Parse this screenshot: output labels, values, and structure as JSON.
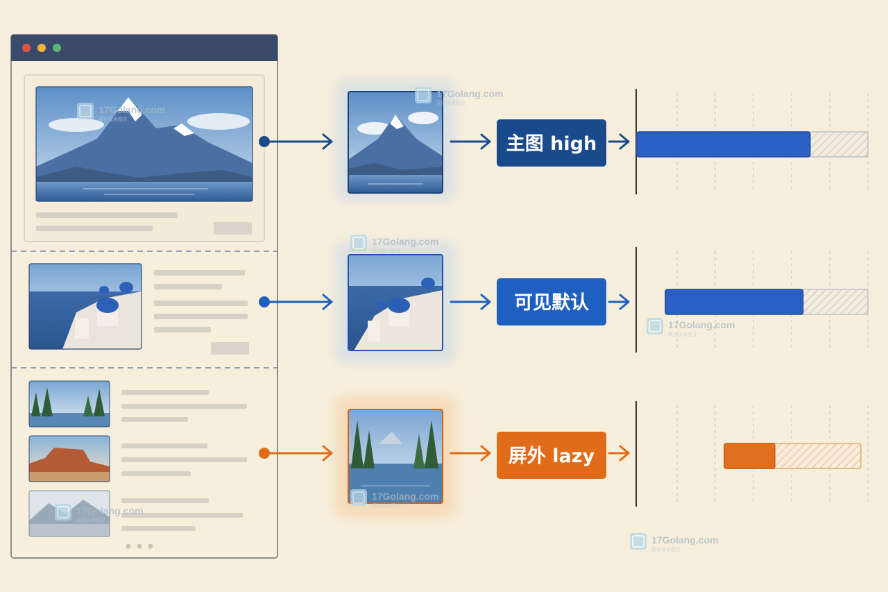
{
  "browser": {
    "window_buttons": [
      "close",
      "minimize",
      "maximize"
    ]
  },
  "rows": [
    {
      "id": "main",
      "tag": "主图 high",
      "color": "#1b4a8c",
      "bar_fill": "#2a5fc4",
      "load_fraction": 0.75,
      "thumb_scene": "snowy-mountain-lake"
    },
    {
      "id": "visible",
      "tag": "可见默认",
      "color": "#1f5fc0",
      "bar_fill": "#2a5fc4",
      "load_fraction": 0.68,
      "thumb_scene": "santorini-village"
    },
    {
      "id": "offscreen",
      "tag": "屏外 lazy",
      "color": "#e06c1a",
      "bar_fill": "#e0701e",
      "load_fraction": 0.37,
      "thumb_scene": "forest-lake"
    }
  ],
  "watermark": {
    "text": "17Golang.com",
    "sub": "原创技术图文",
    "logo": "17go-logo-icon"
  },
  "colors": {
    "background": "#f7efdc",
    "browser_bar": "#3a4a6b",
    "blue_dark": "#1b4a8c",
    "blue": "#1f5fc0",
    "orange": "#e06c1a",
    "dot_red": "#e25545",
    "dot_yellow": "#f2b33a",
    "dot_green": "#5cb574"
  }
}
